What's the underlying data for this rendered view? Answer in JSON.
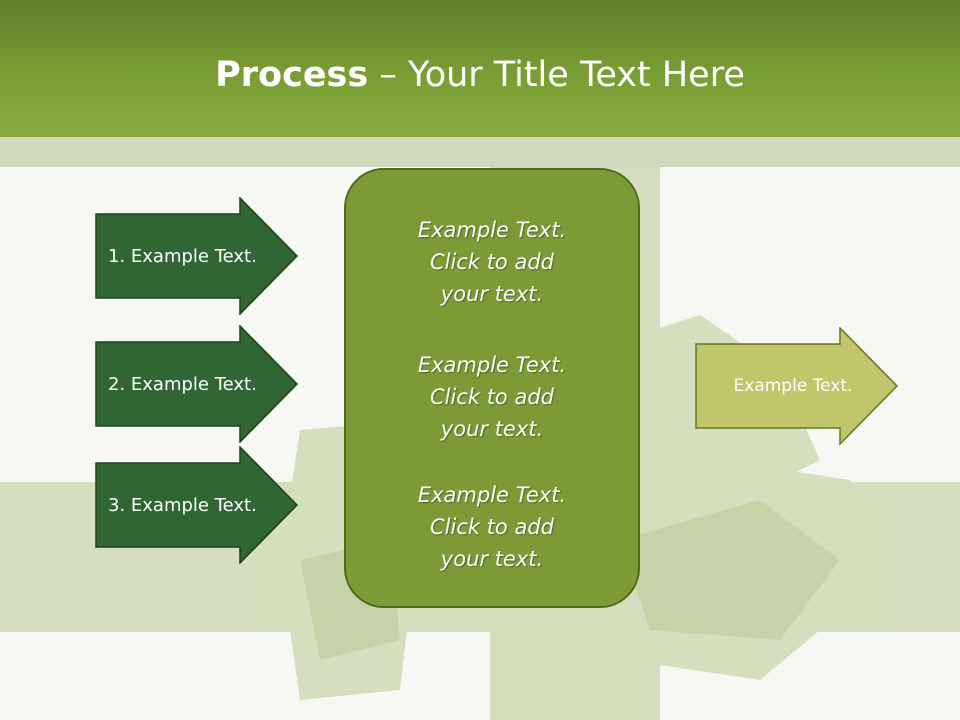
{
  "title": {
    "bold": "Process",
    "rest": " – Your Title Text Here"
  },
  "steps": [
    {
      "label": "1. Example Text."
    },
    {
      "label": "2. Example Text."
    },
    {
      "label": "3. Example Text."
    }
  ],
  "center_items": [
    {
      "line1": "Example Text.",
      "line2": "Click  to add",
      "line3": "your text."
    },
    {
      "line1": "Example Text.",
      "line2": "Click  to add",
      "line3": "your text."
    },
    {
      "line1": "Example Text.",
      "line2": "Click  to add",
      "line3": "your text."
    }
  ],
  "output": {
    "label": "Example Text."
  },
  "colors": {
    "header": "#7a9e34",
    "step_arrow": "#2f6634",
    "center_box": "#7c9b36",
    "output_arrow": "#c2c56a"
  }
}
